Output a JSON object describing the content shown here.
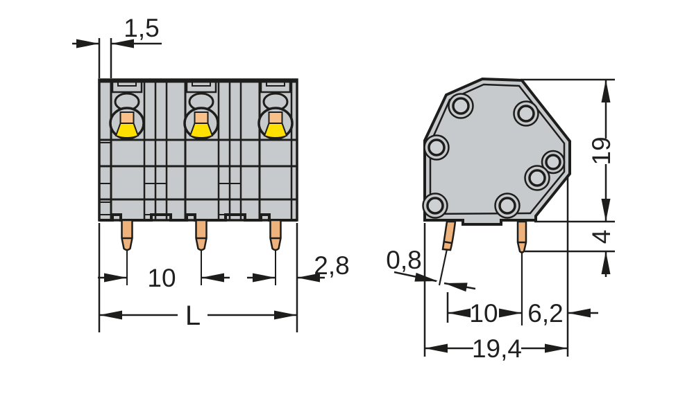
{
  "drawing": {
    "kind": "terminal-block dimensional drawing",
    "views": {
      "front": {
        "poles": 3,
        "dimensions": {
          "wall_thickness": "1,5",
          "pin_pitch": "10",
          "edge_margin": "2,8",
          "total_length": "L"
        }
      },
      "side": {
        "dimensions": {
          "height": "19",
          "pin_length": "4",
          "pin_thickness": "0,8",
          "pin_pitch": "10",
          "edge_margin": "6,2",
          "total_depth": "19,4"
        }
      }
    }
  },
  "colors": {
    "background": "#ffffff",
    "line": "#1d1d1b",
    "text": "#202020",
    "body": "#c7cacc",
    "hole": "#ced1d3",
    "lever": "#ffe000",
    "lever_top": "#f9c08a",
    "pin": "#eeb27c"
  }
}
